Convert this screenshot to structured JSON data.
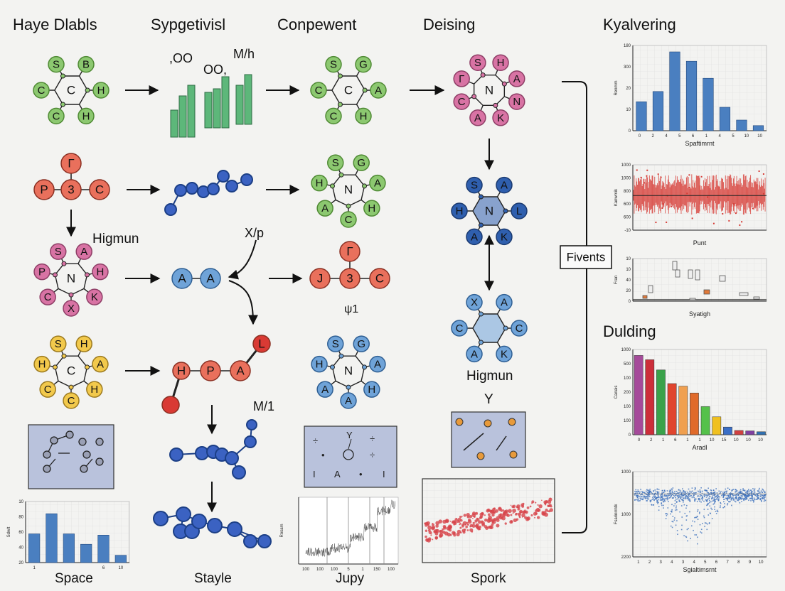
{
  "headers": [
    "Haye Dlabls",
    "Sypgetivisl",
    "Conpewent",
    "Deising",
    "Kyalvering"
  ],
  "labels": {
    "higmun_left": "Higmun",
    "higmun_right": "Higmun",
    "fivents": "Fivents",
    "dulding": "Dulding",
    "xp": "X/p",
    "oo1": ",OO",
    "oo2": "OO,",
    "mh1": "M/h",
    "mh2": "M/1",
    "psi": "ψ1",
    "y": "Y"
  },
  "captions": {
    "space": "Space",
    "stayle": "Stayle",
    "jupy": "Jupy",
    "spork": "Spork"
  },
  "molecules": {
    "r1c1": {
      "center": "C",
      "atoms": [
        "S",
        "B",
        "H",
        "H",
        "C",
        "C"
      ],
      "color": "#8cc870",
      "stroke": "#4f8a34"
    },
    "r1c3": {
      "center": "C",
      "atoms": [
        "S",
        "G",
        "A",
        "H",
        "C",
        "C"
      ],
      "color": "#8cc870",
      "stroke": "#4f8a34"
    },
    "r1c4": {
      "center": "N",
      "atoms": [
        "S",
        "H",
        "A",
        "N",
        "K",
        "A",
        "C",
        "Γ"
      ],
      "color": "#d873a4",
      "stroke": "#8e3e66"
    },
    "r2c3": {
      "center": "N",
      "atoms": [
        "S",
        "G",
        "A",
        "H",
        "C",
        "A",
        "H"
      ],
      "color": "#8cc870",
      "stroke": "#4f8a34"
    },
    "r2c4": {
      "center": "N",
      "atoms": [
        "S",
        "A",
        "L",
        "K",
        "A",
        "H"
      ],
      "color": "#2f5fae",
      "stroke": "#1b3a70"
    },
    "r3c1": {
      "center": "N",
      "atoms": [
        "S",
        "A",
        "H",
        "K",
        "X",
        "C",
        "P"
      ],
      "color": "#d873a4",
      "stroke": "#8e3e66"
    },
    "r4c1": {
      "center": "C",
      "atoms": [
        "S",
        "H",
        "A",
        "H",
        "C",
        "C",
        "H"
      ],
      "color": "#f2c94c",
      "stroke": "#9c7a1e"
    },
    "r4c3": {
      "center": "N",
      "atoms": [
        "S",
        "G",
        "A",
        "H",
        "A",
        "A",
        "H"
      ],
      "color": "#6fa3d8",
      "stroke": "#2f5f93"
    },
    "r3c4": {
      "center": "",
      "atoms": [
        "X",
        "A",
        "C",
        "K",
        "A",
        "C"
      ],
      "color": "#6fa3d8",
      "stroke": "#2f5f93"
    }
  },
  "linear": {
    "p3c": [
      "P",
      "3",
      "C",
      "Γ"
    ],
    "j3c": [
      "J",
      "3",
      "C",
      "Γ"
    ],
    "aa": [
      "A",
      "A"
    ],
    "hp": [
      "H",
      "P",
      "A",
      "L"
    ]
  },
  "chart_data": [
    {
      "type": "bar",
      "xlabel": "Spaftimrnt",
      "ylabel": "Renmm",
      "categories": [
        "0",
        "2",
        "4",
        "5",
        "6",
        "1",
        "4",
        "5",
        "10",
        "10"
      ],
      "values": [
        68,
        92,
        185,
        163,
        123,
        55,
        25,
        12
      ],
      "ylim": [
        0,
        200
      ],
      "yticks": [
        "0",
        "10",
        "20",
        "300",
        "180"
      ],
      "color": "#4a7fc0"
    },
    {
      "type": "area",
      "xlabel": "Punt",
      "ylabel": "Kanwmik",
      "ylim": [
        -10,
        1000
      ],
      "yticks": [
        "-10",
        "600",
        "600",
        "800",
        "1000",
        "1000"
      ],
      "color": "#d63a34"
    },
    {
      "type": "scatter",
      "xlabel": "Syatigh",
      "ylabel": "Fran",
      "yticks": [
        "0",
        "20",
        "40",
        "10",
        "10"
      ],
      "ylim": [
        0,
        100
      ]
    },
    {
      "type": "bar",
      "xlabel": "Aradl",
      "ylabel": "Canais",
      "categories": [
        "0",
        "2",
        "1",
        "6",
        "1",
        "1",
        "10",
        "15",
        "10",
        "10",
        "10"
      ],
      "values": [
        930,
        880,
        760,
        600,
        570,
        490,
        330,
        210,
        90,
        50,
        45,
        35
      ],
      "colors": [
        "#a54a9a",
        "#cc2e3a",
        "#3aa24a",
        "#e0452e",
        "#f0a050",
        "#e06a2a",
        "#55c14a",
        "#f0c020",
        "#3a6ec6",
        "#d04040",
        "#8040a0",
        "#3070b0"
      ],
      "yticks": [
        "0",
        "100",
        "100",
        "200",
        "100",
        "500",
        "1000"
      ],
      "ylim": [
        0,
        1000
      ]
    },
    {
      "type": "scatter",
      "xlabel": "Sgialtimsrnt",
      "ylabel": "Fsarinrrntk",
      "xticks": [
        "1",
        "2",
        "3",
        "4",
        "3",
        "4",
        "5",
        "6",
        "7",
        "8",
        "9",
        "10"
      ],
      "yticks": [
        "2200",
        "1000",
        "1000"
      ],
      "color": "#3f72bd"
    },
    {
      "type": "bar",
      "xlabel": "Space",
      "ylabel": "Sdwlt",
      "categories": [
        "1",
        "",
        "",
        "",
        "6",
        "10"
      ],
      "values": [
        47,
        80,
        47,
        30,
        45,
        12
      ],
      "yticks": [
        "20",
        "40",
        "60",
        "80",
        "10"
      ],
      "ylim": [
        0,
        100
      ],
      "color": "#4a7fc0"
    },
    {
      "type": "line",
      "xlabel": "Jupy",
      "ylabel": "Rosam",
      "xticks": [
        "100",
        "100",
        "100",
        "5",
        "1",
        "150",
        "100"
      ],
      "yticks": [
        "0",
        "6",
        "10",
        "20",
        "30",
        "40"
      ]
    },
    {
      "type": "scatter",
      "xlabel": "Spork",
      "color": "#d7444a"
    }
  ]
}
